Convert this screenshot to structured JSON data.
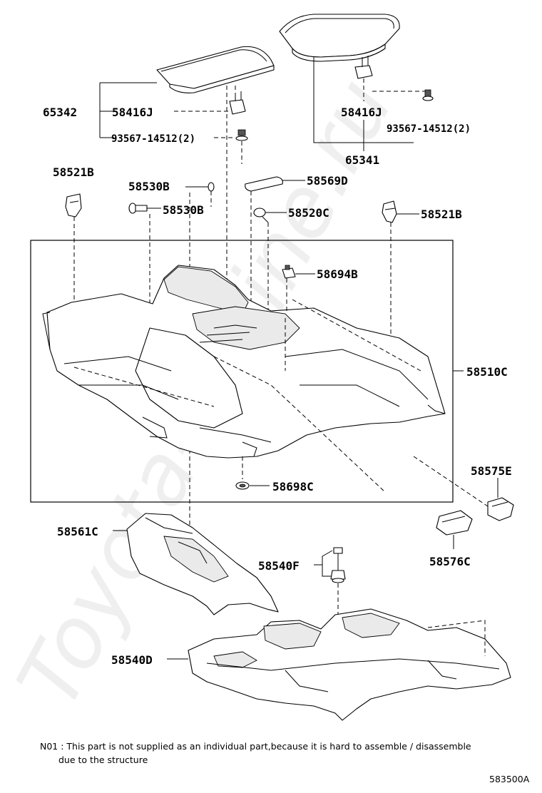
{
  "watermark": "Toyota-Online.ru",
  "labels": {
    "p65342": "65342",
    "p58416j_left": "58416J",
    "p93567_left": "93567-14512(2)",
    "p58416j_right": "58416J",
    "p93567_right": "93567-14512(2)",
    "p65341": "65341",
    "p58521b_left": "58521B",
    "p58530b_top": "58530B",
    "p58530b_bottom": "58530B",
    "p58569d": "58569D",
    "p58520c": "58520C",
    "p58521b_right": "58521B",
    "p58694b": "58694B",
    "p58510c": "58510C",
    "p58698c": "58698C",
    "p58575e": "58575E",
    "p58561c": "58561C",
    "p58540f": "58540F",
    "p58576c": "58576C",
    "p58540d": "58540D"
  },
  "footnote": {
    "line1": "N01 : This part is not supplied as an individual part,because it is hard to assemble / disassemble",
    "line2": "due to the structure"
  },
  "diagram_code": "583500A"
}
